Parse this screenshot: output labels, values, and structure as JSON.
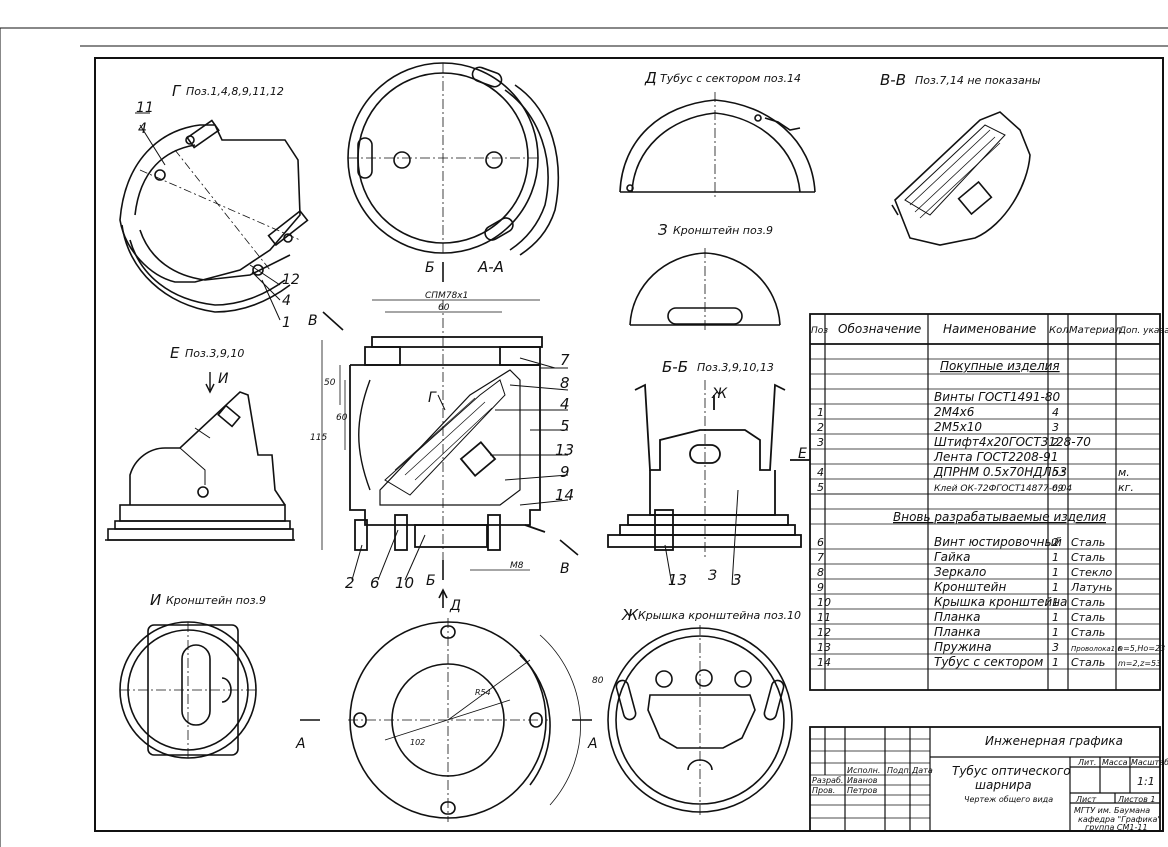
{
  "views": {
    "g_title": "Г",
    "g_note": "Поз.1,4,8,9,11,12",
    "e_title": "Е",
    "e_note": "Поз.3,9,10",
    "i_title": "И",
    "i_note": "Кронштейн  поз.9",
    "aa_title": "А-А",
    "d_title": "Д",
    "d_note": "Тубус с сектором поз.14",
    "z_title": "З",
    "z_note": "Кронштейн поз.9",
    "vv_title": "В-В",
    "vv_note": "Поз.7,14 не показаны",
    "bb_title": "Б-Б",
    "bb_note": "Поз.3,9,10,13",
    "zh_title": "Ж",
    "zh_note": "Крышка кронштейна поз.10"
  },
  "callouts": {
    "g": [
      "11",
      "4",
      "12",
      "4",
      "1"
    ],
    "main_right": [
      "7",
      "8",
      "4",
      "5",
      "13",
      "9",
      "14"
    ],
    "main_bottom": [
      "2",
      "6",
      "10"
    ],
    "bb_bottom": [
      "13",
      "3",
      "3"
    ]
  },
  "section_marks": {
    "v": "В",
    "g": "Г",
    "b": "Б",
    "d": "Д",
    "a": "А",
    "i": "И",
    "zh": "Ж",
    "e": "Е",
    "z": "З"
  },
  "dims": {
    "thread": "СПМ78х1",
    "w60": "60",
    "h50": "50",
    "h60": "60",
    "h115": "115",
    "m8": "М8",
    "d102": "102",
    "d54": "R54",
    "r80": "80"
  },
  "bom": {
    "headers": [
      "Поз",
      "Обозначение",
      "Наименование",
      "Кол",
      "Материал",
      "Доп. указания"
    ],
    "section_purchased": "Покупные изделия",
    "section_new": "Вновь разрабатываемые изделия",
    "rows": [
      {
        "pos": "",
        "name": "Винты ГОСТ1491-80",
        "qty": "",
        "mat": "",
        "note": ""
      },
      {
        "pos": "1",
        "name": "2М4х6",
        "qty": "4",
        "mat": "",
        "note": ""
      },
      {
        "pos": "2",
        "name": "2М5х10",
        "qty": "3",
        "mat": "",
        "note": ""
      },
      {
        "pos": "3",
        "name": "Штифт4х20ГОСТ3128-70",
        "qty": "2",
        "mat": "",
        "note": ""
      },
      {
        "pos": "",
        "name": "Лента ГОСТ2208-91",
        "qty": "",
        "mat": "",
        "note": ""
      },
      {
        "pos": "4",
        "name": "ДПРНМ 0.5х70НДЛ53",
        "qty": "0.5",
        "mat": "",
        "note": "м."
      },
      {
        "pos": "5",
        "name": "Клей ОК-72ФГОСТ14877-69",
        "qty": "0,04",
        "mat": "",
        "note": "кг."
      },
      {
        "pos": "6",
        "name": "Винт юстировочный",
        "qty": "2",
        "mat": "Сталь",
        "note": ""
      },
      {
        "pos": "7",
        "name": "Гайка",
        "qty": "1",
        "mat": "Сталь",
        "note": ""
      },
      {
        "pos": "8",
        "name": "Зеркало",
        "qty": "1",
        "mat": "Стекло",
        "note": ""
      },
      {
        "pos": "9",
        "name": "Кронштейн",
        "qty": "1",
        "mat": "Латунь",
        "note": ""
      },
      {
        "pos": "10",
        "name": "Крышка кронштейна",
        "qty": "1",
        "mat": "Сталь",
        "note": ""
      },
      {
        "pos": "11",
        "name": "Планка",
        "qty": "1",
        "mat": "Сталь",
        "note": ""
      },
      {
        "pos": "12",
        "name": "Планка",
        "qty": "1",
        "mat": "Сталь",
        "note": ""
      },
      {
        "pos": "13",
        "name": "Пружина",
        "qty": "3",
        "mat": "Проволока1,6",
        "note": "n=5,Ho=23"
      },
      {
        "pos": "14",
        "name": "Тубус с сектором",
        "qty": "1",
        "mat": "Сталь",
        "note": "m=2,z=53"
      }
    ]
  },
  "title_block": {
    "discipline": "Инженерная графика",
    "name_line1": "Тубус оптического",
    "name_line2": "шарнира",
    "doc_type": "Чертеж общего вида",
    "col_ispoln": "Исполн.",
    "col_podp": "Подп.",
    "col_data": "Дата",
    "razrab_label": "Разраб.",
    "razrab_name": "Иванов",
    "prov_label": "Пров.",
    "prov_name": "Петров",
    "lit": "Лит.",
    "massa": "Масса",
    "masshtab": "Масштаб",
    "scale": "1:1",
    "list": "Лист",
    "listov": "Листов 1",
    "org1": "МГТУ им. Баумана",
    "org2": "кафедра \"Графика\"",
    "org3": "группа  СМ1-11"
  }
}
